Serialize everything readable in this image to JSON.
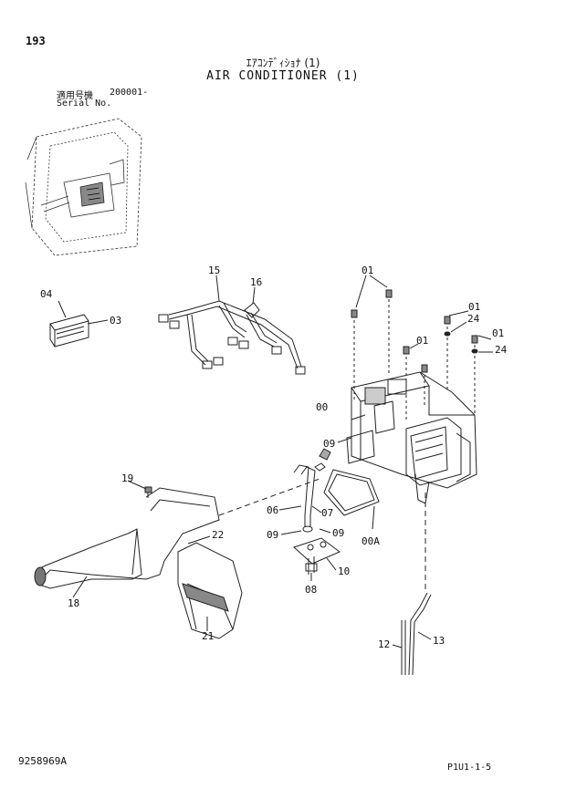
{
  "page_number": "193",
  "title_jp": "ｴｱｺﾝﾃﾞｨｼｮﾅ (1)",
  "title_en": "AIR CONDITIONER (1)",
  "serial_label_jp": "適用号機",
  "serial_value": "200001-",
  "serial_label_en": "Serial No.",
  "drawing_number": "9258969A",
  "reference_code": "P1U1-1-5",
  "callouts": [
    {
      "id": "c-15",
      "text": "15"
    },
    {
      "id": "c-16",
      "text": "16"
    },
    {
      "id": "c-01a",
      "text": "01"
    },
    {
      "id": "c-01b",
      "text": "01"
    },
    {
      "id": "c-24a",
      "text": "24"
    },
    {
      "id": "c-01c",
      "text": "01"
    },
    {
      "id": "c-24b",
      "text": "24"
    },
    {
      "id": "c-01d",
      "text": "01"
    },
    {
      "id": "c-04",
      "text": "04"
    },
    {
      "id": "c-03",
      "text": "03"
    },
    {
      "id": "c-00",
      "text": "00"
    },
    {
      "id": "c-09a",
      "text": "09"
    },
    {
      "id": "c-19",
      "text": "19"
    },
    {
      "id": "c-06",
      "text": "06"
    },
    {
      "id": "c-07",
      "text": "07"
    },
    {
      "id": "c-09b",
      "text": "09"
    },
    {
      "id": "c-09c",
      "text": "09"
    },
    {
      "id": "c-00A",
      "text": "00A"
    },
    {
      "id": "c-22",
      "text": "22"
    },
    {
      "id": "c-10",
      "text": "10"
    },
    {
      "id": "c-08",
      "text": "08"
    },
    {
      "id": "c-18",
      "text": "18"
    },
    {
      "id": "c-21",
      "text": "21"
    },
    {
      "id": "c-12",
      "text": "12"
    },
    {
      "id": "c-13",
      "text": "13"
    }
  ]
}
